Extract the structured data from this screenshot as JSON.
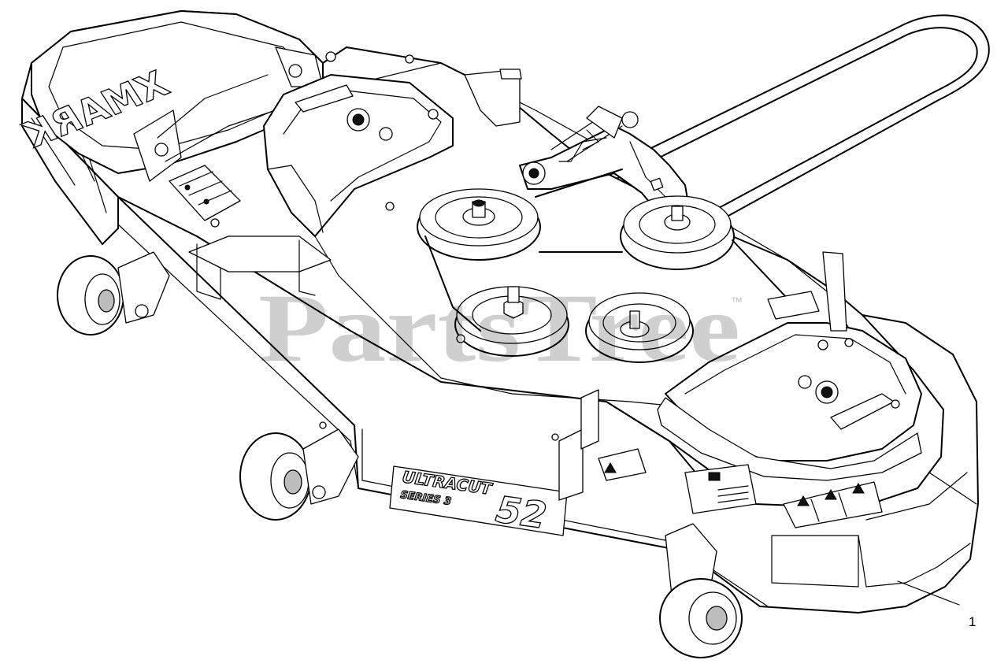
{
  "diagram": {
    "watermark": "PartsTree",
    "watermark_trademark": "™",
    "deck_brand_left": "XMARK",
    "deck_model_text": "ULTRACUT",
    "deck_series_text": "SERIES 3",
    "deck_size": "52",
    "callouts": [
      {
        "label": "1"
      }
    ]
  }
}
